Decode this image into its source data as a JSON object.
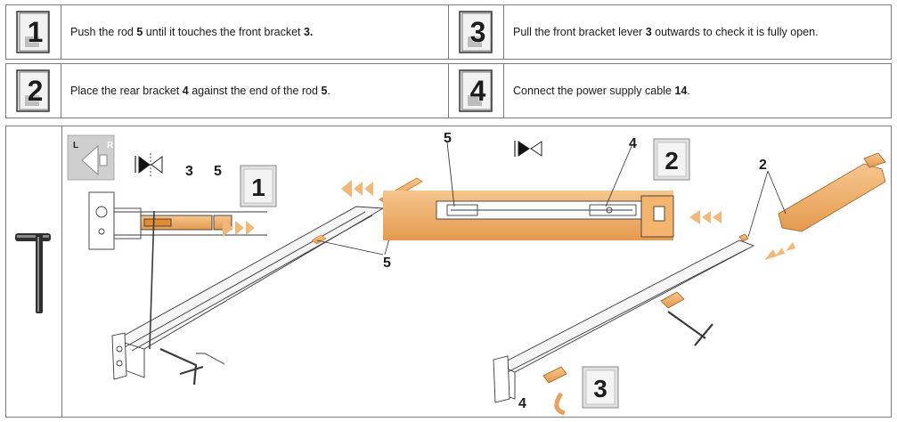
{
  "steps": [
    {
      "num": "1",
      "text_before": "Push the rod ",
      "b1": "5",
      "text_mid": " until it touches the front bracket ",
      "b2": "3.",
      "text_after": ""
    },
    {
      "num": "2",
      "text_before": "Place the rear bracket ",
      "b1": "4",
      "text_mid": " against the end of the rod ",
      "b2": "5",
      "text_after": "."
    },
    {
      "num": "3",
      "text_before": "Pull the front bracket lever ",
      "b1": "3",
      "text_mid": " outwards to check it is fully open.",
      "b2": "",
      "text_after": ""
    },
    {
      "num": "4",
      "text_before": "Connect the power supply cable ",
      "b1": "14",
      "text_mid": ".",
      "b2": "",
      "text_after": ""
    }
  ],
  "figure": {
    "tool_icon": "hex-key-icon",
    "lr_icon": {
      "left": "L",
      "right": "R"
    },
    "labels": {
      "fig1_label_3": "3",
      "fig1_label_5": "5",
      "fig1_label_5b": "5",
      "fig1_badge": "1",
      "fig2_label_5": "5",
      "fig2_label_4": "4",
      "fig2_badge": "2",
      "fig3_label_2": "2",
      "fig3_label_4": "4",
      "fig3_badge": "3"
    },
    "colors": {
      "orange": "#e7a257",
      "orange_light": "#f4c48b",
      "line": "#3a3a3a",
      "arrow": "#f0b87a"
    }
  }
}
